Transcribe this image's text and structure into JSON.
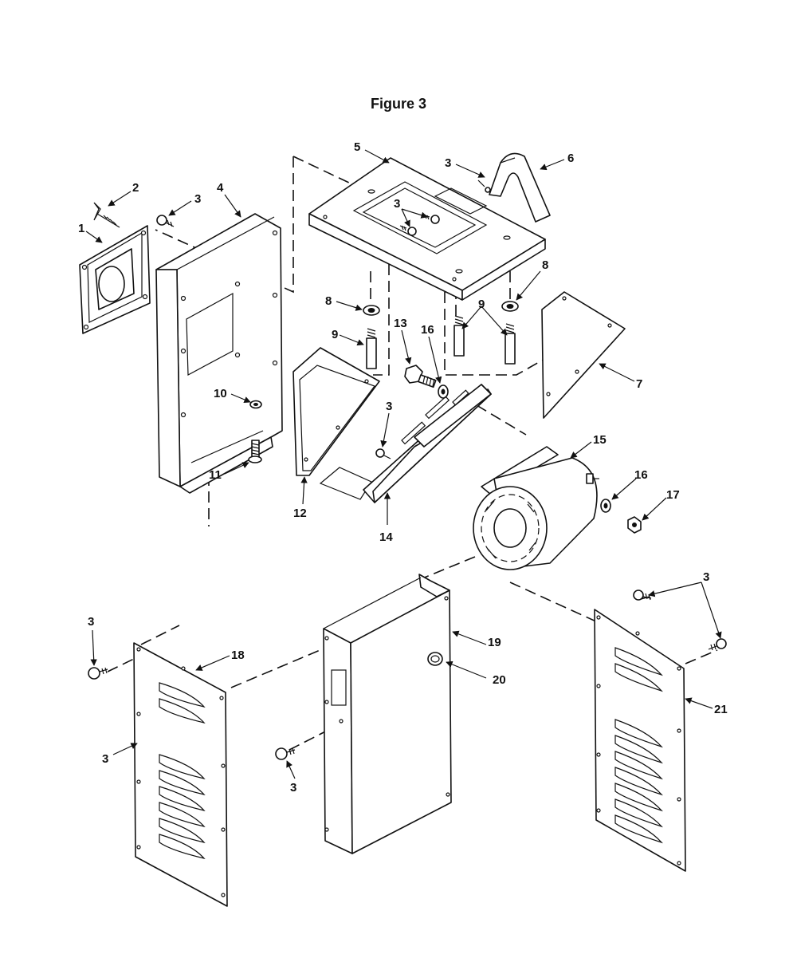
{
  "figure": {
    "title": "Figure 3"
  },
  "callouts": {
    "c1": "1",
    "c2": "2",
    "c3a": "3",
    "c4": "4",
    "c5": "5",
    "c3b": "3",
    "c6": "6",
    "c3c": "3",
    "c8a": "8",
    "c8b": "8",
    "c9a": "9",
    "c9b": "9",
    "c13": "13",
    "c16a": "16",
    "c7": "7",
    "c10": "10",
    "c3d": "3",
    "c11": "11",
    "c12": "12",
    "c14": "14",
    "c15": "15",
    "c16b": "16",
    "c17": "17",
    "c3e": "3",
    "c3f": "3",
    "c18": "18",
    "c19": "19",
    "c20": "20",
    "c21": "21",
    "c3g": "3",
    "c3h": "3"
  }
}
